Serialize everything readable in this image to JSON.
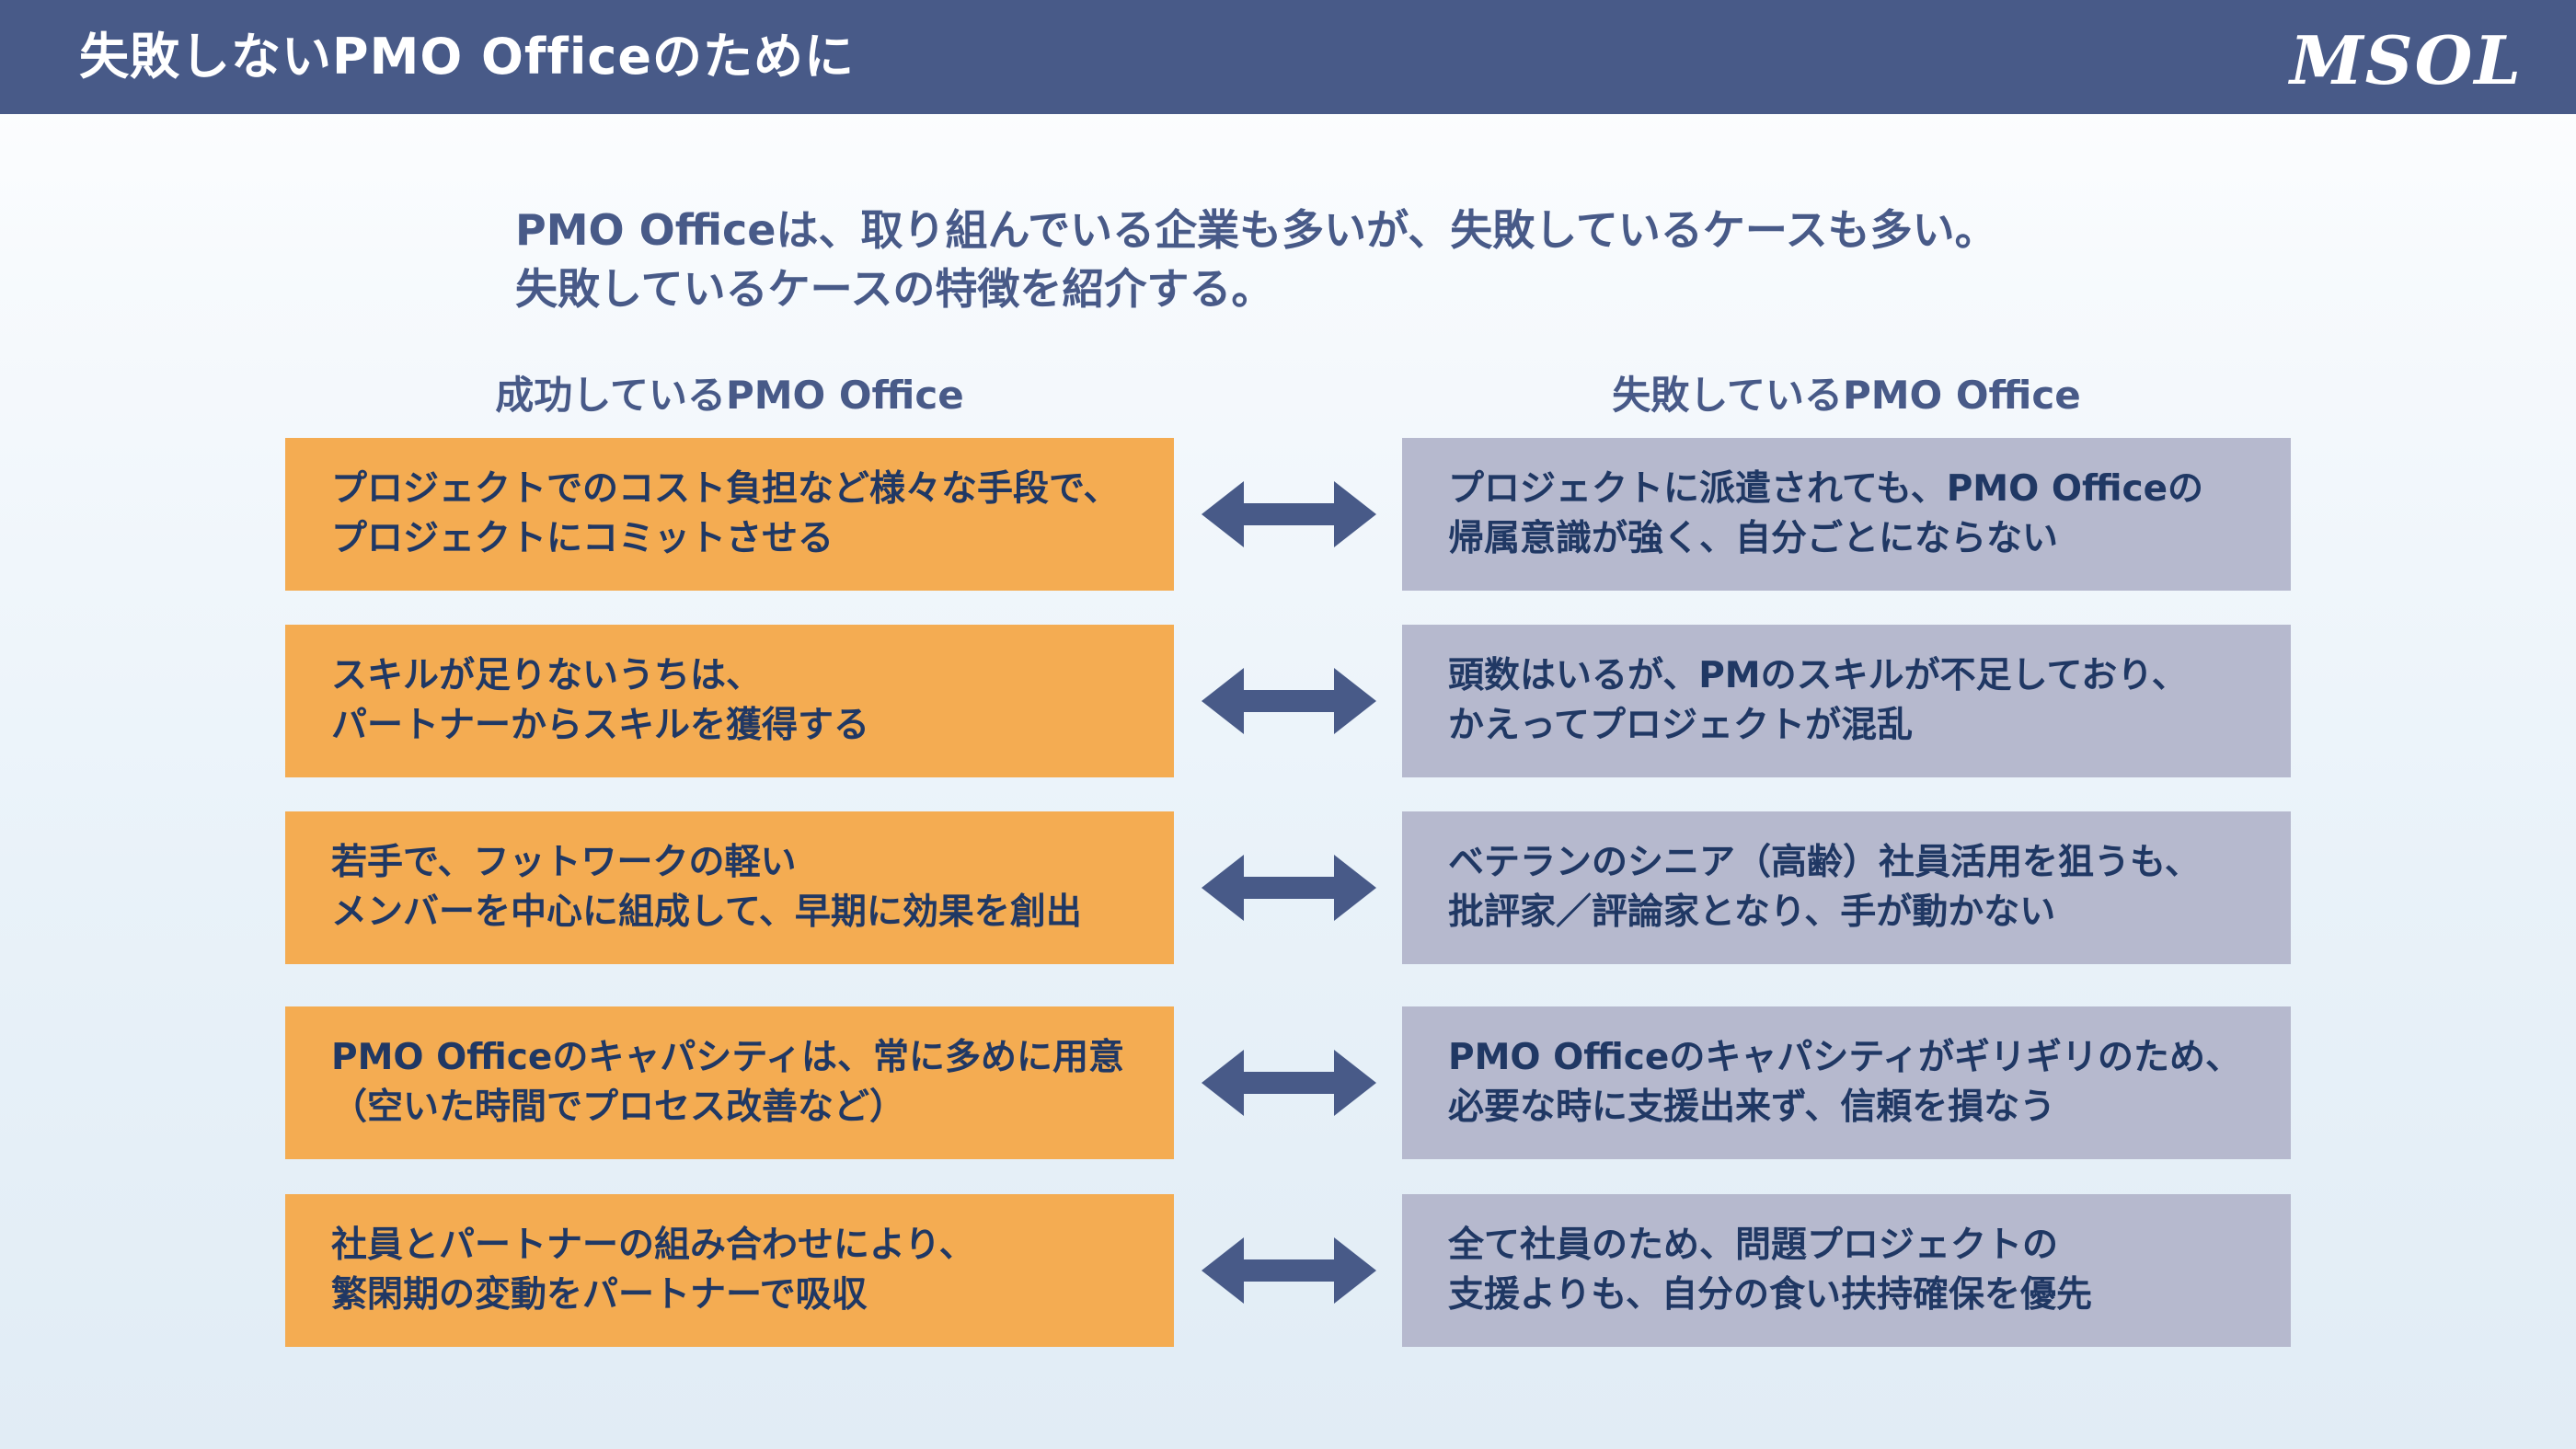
{
  "header": {
    "title": "失敗しないPMO Officeのために",
    "logo": "MSOL"
  },
  "intro": {
    "line1": "PMO Officeは、取り組んでいる企業も多いが、失敗しているケースも多い。",
    "line2": "失敗しているケースの特徴を紹介する。"
  },
  "columns": {
    "success_title": "成功しているPMO Office",
    "failure_title": "失敗しているPMO Office"
  },
  "rows": [
    {
      "success": [
        "プロジェクトでのコスト負担など様々な手段で、",
        "プロジェクトにコミットさせる"
      ],
      "failure": [
        "プロジェクトに派遣されても、PMO Officeの",
        "帰属意識が強く、自分ごとにならない"
      ]
    },
    {
      "success": [
        "スキルが足りないうちは、",
        "パートナーからスキルを獲得する"
      ],
      "failure": [
        "頭数はいるが、PMのスキルが不足しており、",
        "かえってプロジェクトが混乱"
      ]
    },
    {
      "success": [
        "若手で、フットワークの軽い",
        "メンバーを中心に組成して、早期に効果を創出"
      ],
      "failure": [
        "ベテランのシニア（高齢）社員活用を狙うも、",
        "批評家／評論家となり、手が動かない"
      ]
    },
    {
      "success": [
        "PMO Officeのキャパシティは、常に多めに用意",
        "（空いた時間でプロセス改善など）"
      ],
      "failure": [
        "PMO Officeのキャパシティがギリギリのため、",
        "必要な時に支援出来ず、信頼を損なう"
      ]
    },
    {
      "success": [
        "社員とパートナーの組み合わせにより、",
        "繁閑期の変動をパートナーで吸収"
      ],
      "failure": [
        "全て社員のため、問題プロジェクトの",
        "支援よりも、自分の食い扶持確保を優先"
      ]
    }
  ],
  "colors": {
    "header_bg": "#485a88",
    "success_box": "#f4ac52",
    "failure_box": "#b6b9ce",
    "arrow": "#485a88",
    "box_text": "#203864"
  },
  "icons": {
    "arrow": "double-headed-arrow-icon"
  }
}
